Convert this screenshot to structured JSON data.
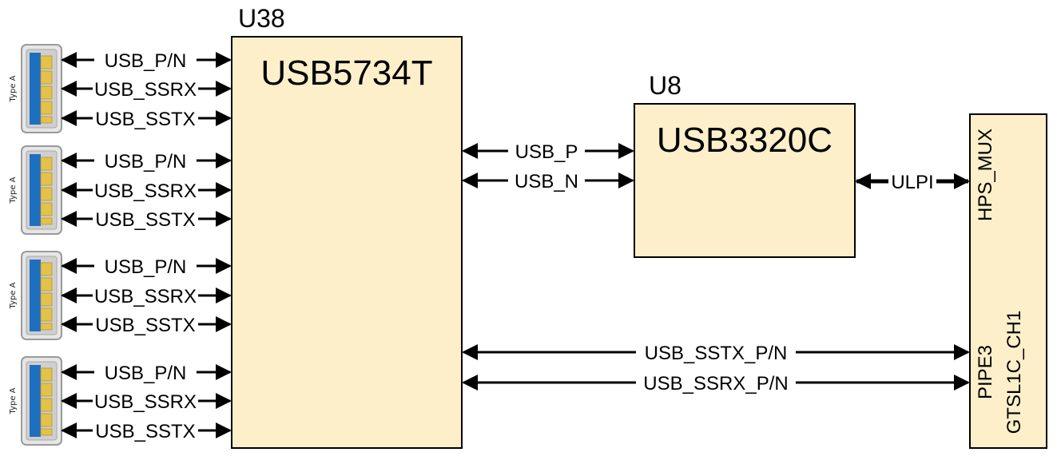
{
  "u38": {
    "ref": "U38",
    "part": "USB5734T"
  },
  "u8": {
    "ref": "U8",
    "part": "USB3320C"
  },
  "hps": {
    "mux_label": "HPS_MUX",
    "pipe_label": "PIPE3",
    "gtsl_label": "GTSL1C_CH1"
  },
  "connectors": [
    {
      "type": "Type A",
      "signals": [
        "USB_P/N",
        "USB_SSRX",
        "USB_SSTX"
      ]
    },
    {
      "type": "Type A",
      "signals": [
        "USB_P/N",
        "USB_SSRX",
        "USB_SSTX"
      ]
    },
    {
      "type": "Type A",
      "signals": [
        "USB_P/N",
        "USB_SSRX",
        "USB_SSTX"
      ]
    },
    {
      "type": "Type A",
      "signals": [
        "USB_P/N",
        "USB_SSRX",
        "USB_SSTX"
      ]
    }
  ],
  "u38_to_u8": [
    "USB_P",
    "USB_N"
  ],
  "u8_to_hps": "ULPI",
  "u38_to_pipe": [
    "USB_SSTX_P/N",
    "USB_SSRX_P/N"
  ],
  "colors": {
    "block_fill": "#fdefc9",
    "stroke": "#000000",
    "usb_blue": "#1f6fc0",
    "usb_pin": "#e2c24a"
  }
}
